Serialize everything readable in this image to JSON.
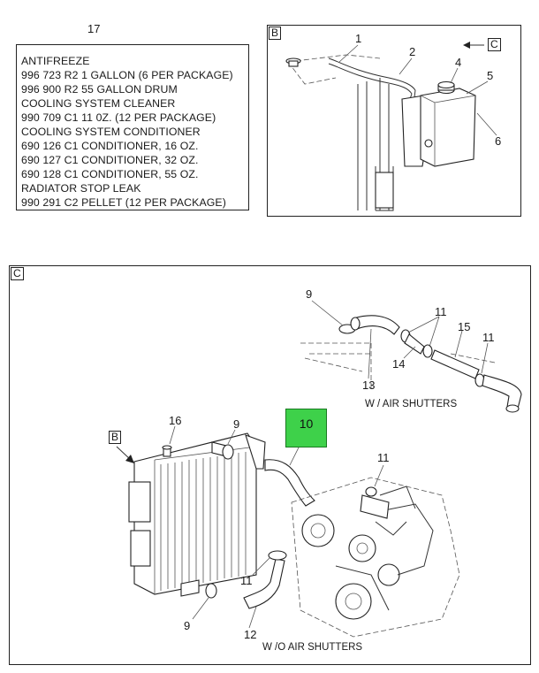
{
  "parts_list": {
    "callout": "17",
    "lines": [
      "ANTIFREEZE",
      "996 723 R2   1 GALLON (6 PER PACKAGE)",
      "996 900 R2  55 GALLON DRUM",
      "COOLING SYSTEM CLEANER",
      "990 709 C1  11 0Z. (12 PER PACKAGE)",
      "COOLING SYSTEM CONDITIONER",
      "690 126 C1  CONDITIONER, 16 OZ.",
      "690 127 C1  CONDITIONER, 32 OZ.",
      "690 128 C1  CONDITIONER, 55 OZ.",
      " RADIATOR STOP LEAK",
      "990 291 C2  PELLET (12 PER PACKAGE)"
    ]
  },
  "view_b": {
    "tag": "B",
    "ref_tag": "C",
    "callouts": {
      "c1": "1",
      "c2": "2",
      "c4": "4",
      "c5": "5",
      "c6": "6"
    }
  },
  "view_c": {
    "tag": "C",
    "ref_tag": "B",
    "callouts": {
      "c9a": "9",
      "c11a": "11",
      "c15": "15",
      "c11b": "11",
      "c14": "14",
      "c13": "13",
      "c16": "16",
      "c9b": "9",
      "c11c": "11",
      "c11d": "11",
      "c9c": "9",
      "c12": "12"
    },
    "highlight": "10",
    "highlight_color": "#3ed14a",
    "caption_top": "W / AIR SHUTTERS",
    "caption_bottom": "W /O AIR SHUTTERS"
  }
}
